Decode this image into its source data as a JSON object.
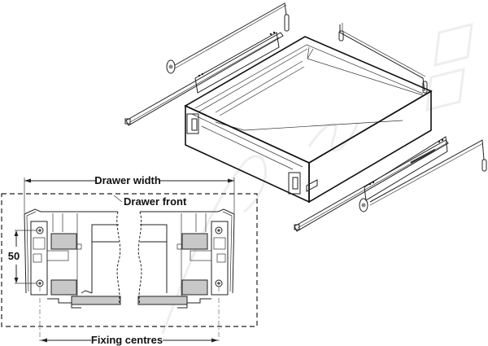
{
  "diagram": {
    "title": "Drawer runner and drawer box installation diagram",
    "labels": {
      "drawer_width": "Drawer width",
      "drawer_front": "Drawer front",
      "fixing_centres": "Fixing centres",
      "dimension_50": "50"
    },
    "components": [
      "drawer-box",
      "left-runner",
      "right-runner",
      "left-gallery-rail",
      "right-gallery-rail",
      "front-fixing-brackets"
    ],
    "colors": {
      "line": "#222222",
      "fill_grey": "#c8c8c8",
      "watermark": "#eeeeee",
      "background": "#ffffff"
    }
  }
}
